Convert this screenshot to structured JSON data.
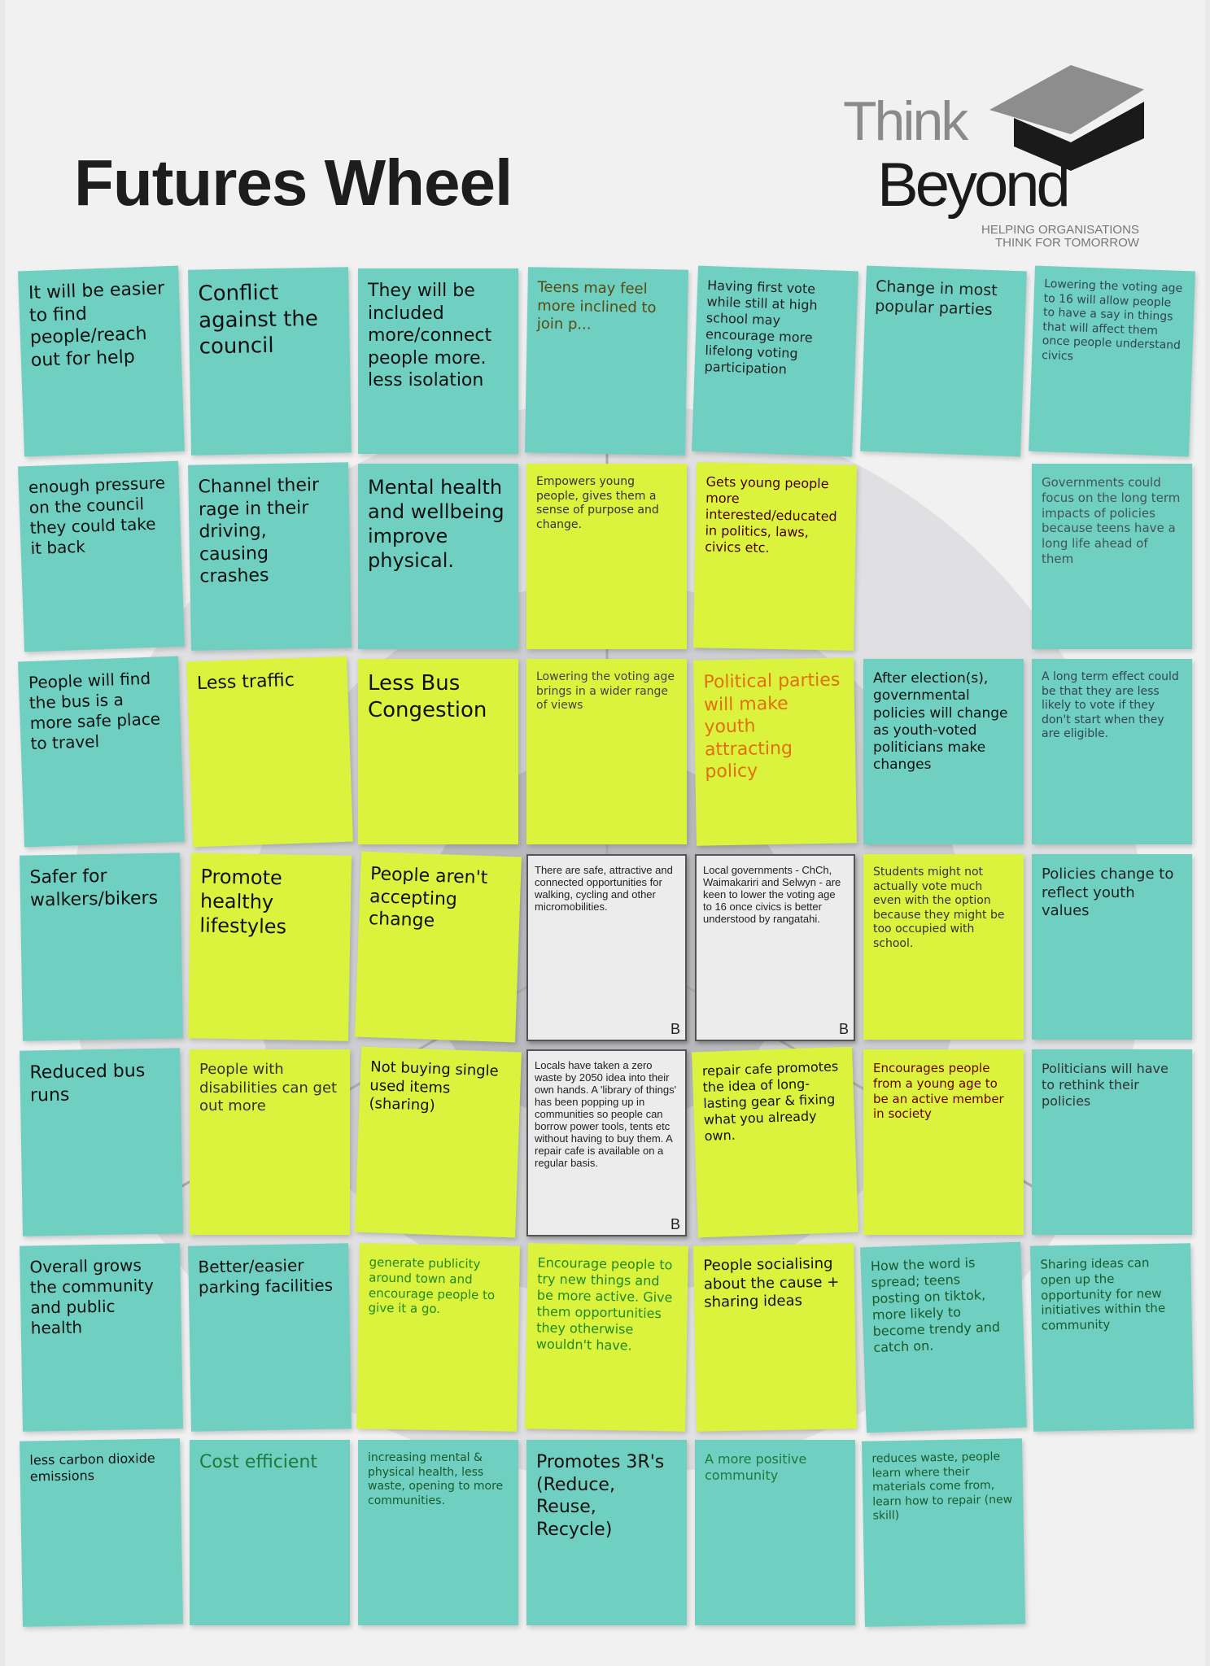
{
  "title": "Futures Wheel",
  "logo": {
    "line1": "Think",
    "line2": "Beyond",
    "tagline1": "HELPING ORGANISATIONS",
    "tagline2": "THINK FOR TOMORROW"
  },
  "colors": {
    "teal_note": "#6fcfc1",
    "yellow_note": "#dcf33e",
    "wheel_outer": "#e0e0e2",
    "wheel_middle": "#cdced1",
    "wheel_inner": "#b8b9bd"
  },
  "center_cards": [
    {
      "text": "There are safe, attractive and connected opportunities for walking, cycling and other micromobilities.",
      "label": "B"
    },
    {
      "text": "Local governments - ChCh, Waimakariri and Selwyn - are keen to lower the voting age to 16 once civics is better understood by rangatahi.",
      "label": "B"
    },
    {
      "text": "Locals have taken a zero waste by 2050 idea into their own hands. A 'library of things' has been popping up in communities so people can borrow power tools, tents etc without having to buy them. A repair cafe is available on a regular basis.",
      "label": "B"
    }
  ],
  "notes": [
    {
      "color": "teal",
      "text": "It will be easier to find people/reach out for help"
    },
    {
      "color": "teal",
      "text": "Conflict against the council"
    },
    {
      "color": "teal",
      "text": "They will be included more/connect people more. less isolation"
    },
    {
      "color": "teal",
      "text": "Channel their rage in their driving, causing crashes"
    },
    {
      "color": "teal",
      "text": "Mental health and wellbeing improve physical."
    },
    {
      "color": "teal",
      "text": "Teens may feel more inclined to join p..."
    },
    {
      "color": "teal",
      "text": "Having first vote while still at high school may encourage more lifelong voting participation"
    },
    {
      "color": "teal",
      "text": "Change in most popular parties"
    },
    {
      "color": "teal",
      "text": "Lowering the voting age to 16 will allow people to have a say in things that will affect them once people understand civics"
    },
    {
      "color": "teal",
      "text": "Governments could focus on the long term impacts of policies because teens have a long life ahead of them"
    },
    {
      "color": "teal",
      "text": "After election(s), governmental policies will change as youth-voted politicians make changes"
    },
    {
      "color": "teal",
      "text": "A long term effect could be that they are less likely to vote if they don't start when they are eligible."
    },
    {
      "color": "teal",
      "text": "Policies change to reflect youth values"
    },
    {
      "color": "teal",
      "text": "Politicians will have to rethink their policies"
    },
    {
      "color": "yellow",
      "text": "Empowers young people, gives them a sense of purpose and change."
    },
    {
      "color": "yellow",
      "text": "Gets young people more interested/educated in politics, laws, civics etc."
    },
    {
      "color": "yellow",
      "text": "Less traffic"
    },
    {
      "color": "yellow",
      "text": "Less Bus Congestion"
    },
    {
      "color": "yellow",
      "text": "Lowering the voting age brings in a wider range of views"
    },
    {
      "color": "yellow",
      "text": "Political parties will make youth attracting policy"
    },
    {
      "color": "yellow",
      "text": "People aren't accepting change"
    },
    {
      "color": "yellow",
      "text": "Promote healthy lifestyles"
    },
    {
      "color": "yellow",
      "text": "People with disabilities can get out more"
    },
    {
      "color": "yellow",
      "text": "Students might not actually vote much even with the option because they might be too occupied with school."
    },
    {
      "color": "yellow",
      "text": "Encourages people from a young age to be an active member in society"
    },
    {
      "color": "teal",
      "text": "enough pressure on the council they could take it back"
    },
    {
      "color": "teal",
      "text": "People will find the bus is a more safe place to travel"
    },
    {
      "color": "teal",
      "text": "Safer for walkers/bikers"
    },
    {
      "color": "teal",
      "text": "Reduced bus runs"
    },
    {
      "color": "teal",
      "text": "Overall grows the community and public health"
    },
    {
      "color": "teal",
      "text": "Better/easier parking facilities"
    },
    {
      "color": "teal",
      "text": "less carbon dioxide emissions"
    },
    {
      "color": "yellow",
      "text": "Not buying single used items (sharing)"
    },
    {
      "color": "yellow",
      "text": "generate publicity around town and encourage people to give it a go."
    },
    {
      "color": "yellow",
      "text": "Encourage people to try new things and be more active. Give them opportunities they otherwise wouldn't have."
    },
    {
      "color": "yellow",
      "text": "repair cafe promotes the idea of long-lasting gear & fixing what you already own."
    },
    {
      "color": "yellow",
      "text": "People socialising about the cause + sharing ideas"
    },
    {
      "color": "teal",
      "text": "How the word is spread; teens posting on tiktok, more likely to become trendy and catch on."
    },
    {
      "color": "teal",
      "text": "increasing mental & physical health, less waste, opening to more communities."
    },
    {
      "color": "teal",
      "text": "Cost efficient"
    },
    {
      "color": "teal",
      "text": "Promotes 3R's (Reduce, Reuse, Recycle)"
    },
    {
      "color": "teal",
      "text": "A more positive community"
    },
    {
      "color": "teal",
      "text": "reduces waste, people learn where their materials come from, learn how to repair (new skill)"
    },
    {
      "color": "teal",
      "text": "Sharing ideas can open up the opportunity for new initiatives within the community"
    }
  ]
}
